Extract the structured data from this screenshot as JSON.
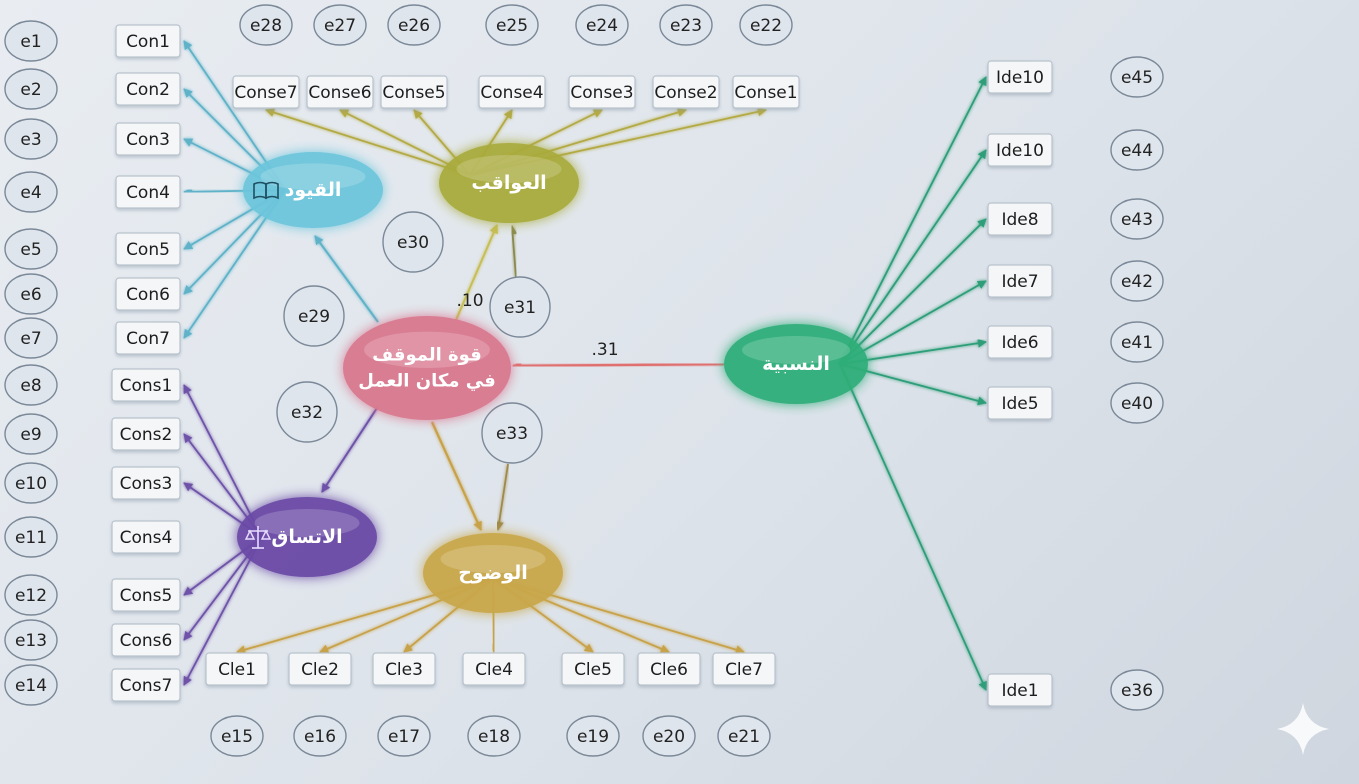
{
  "latents": {
    "central": {
      "lines": [
        "قوة الموقف",
        "في مكان العمل"
      ],
      "color": "#d9788f"
    },
    "constraints": {
      "label": "القيود",
      "icon": "book-icon",
      "color": "#6cc6dc"
    },
    "consequences": {
      "label": "العواقب",
      "color": "#a9ab3a"
    },
    "consistency": {
      "label": "الاتساق",
      "icon": "scales-icon",
      "color": "#6b4aa6"
    },
    "clarity": {
      "label": "الوضوح",
      "color": "#c9a74a"
    },
    "relativity": {
      "label": "النسبية",
      "color": "#2fae79"
    }
  },
  "coefficients": {
    "consequences_path": ".10",
    "relativity_path": ".31"
  },
  "errors_latent": [
    "e29",
    "e30",
    "e31",
    "e32",
    "e33"
  ],
  "con_items": [
    {
      "label": "Con1",
      "error": "e1"
    },
    {
      "label": "Con2",
      "error": "e2"
    },
    {
      "label": "Con3",
      "error": "e3"
    },
    {
      "label": "Con4",
      "error": "e4"
    },
    {
      "label": "Con5",
      "error": "e5"
    },
    {
      "label": "Con6",
      "error": "e6"
    },
    {
      "label": "Con7",
      "error": "e7"
    }
  ],
  "cons_items": [
    {
      "label": "Cons1",
      "error": "e8"
    },
    {
      "label": "Cons2",
      "error": "e9"
    },
    {
      "label": "Cons3",
      "error": "e10"
    },
    {
      "label": "Cons4",
      "error": "e11"
    },
    {
      "label": "Cons5",
      "error": "e12"
    },
    {
      "label": "Cons6",
      "error": "e13"
    },
    {
      "label": "Cons7",
      "error": "e14"
    }
  ],
  "conse_items": [
    {
      "label": "Conse7",
      "error": "e28"
    },
    {
      "label": "Conse6",
      "error": "e27"
    },
    {
      "label": "Conse5",
      "error": "e26"
    },
    {
      "label": "Conse4",
      "error": "e25"
    },
    {
      "label": "Conse3",
      "error": "e24"
    },
    {
      "label": "Conse2",
      "error": "e23"
    },
    {
      "label": "Conse1",
      "error": "e22"
    }
  ],
  "cle_items": [
    {
      "label": "Cle1",
      "error": "e15"
    },
    {
      "label": "Cle2",
      "error": "e16"
    },
    {
      "label": "Cle3",
      "error": "e17"
    },
    {
      "label": "Cle4",
      "error": "e18"
    },
    {
      "label": "Cle5",
      "error": "e19"
    },
    {
      "label": "Cle6",
      "error": "e20"
    },
    {
      "label": "Cle7",
      "error": "e21"
    }
  ],
  "ide_items": [
    {
      "label": "Ide10",
      "error": "e45"
    },
    {
      "label": "Ide10",
      "error": "e44"
    },
    {
      "label": "Ide8",
      "error": "e43"
    },
    {
      "label": "Ide7",
      "error": "e42"
    },
    {
      "label": "Ide6",
      "error": "e41"
    },
    {
      "label": "Ide5",
      "error": "e40"
    },
    {
      "label": "Ide1",
      "error": "e36"
    }
  ],
  "path_colors": {
    "constraints": "#5fb2c8",
    "consequences": "#b3aa45",
    "consistency": "#6e52a8",
    "clarity": "#c8a248",
    "relativity": "#2f9e78",
    "error": "#6f7f93",
    "central": "#e07070"
  }
}
